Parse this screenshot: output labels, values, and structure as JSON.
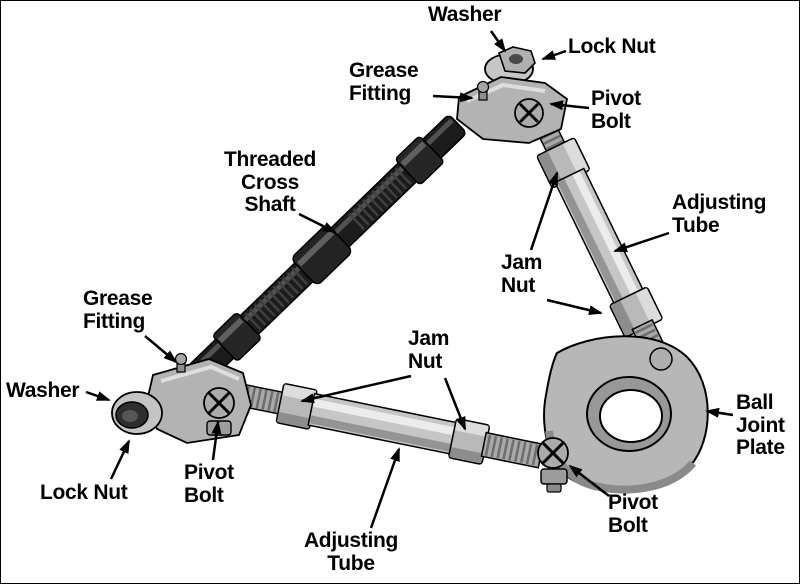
{
  "figure": {
    "description": "Adjustable upper control arm parts diagram with callout labels",
    "background": "#ffffff",
    "label_color": "#000000",
    "colors": {
      "shaft_dark": "#1c1c1c",
      "tube_light": "#c6c6c6",
      "nut_gray": "#b9b9b9",
      "plate_gray": "#b7b7b7",
      "outline": "#000000"
    },
    "labels": {
      "washer_top": {
        "lines": [
          "Washer"
        ]
      },
      "lock_nut_top": {
        "lines": [
          "Lock Nut"
        ]
      },
      "grease_fitting_top": {
        "lines": [
          "Grease",
          "Fitting"
        ]
      },
      "pivot_bolt_top": {
        "lines": [
          "Pivot",
          "Bolt"
        ]
      },
      "threaded_cross_shaft": {
        "lines": [
          "Threaded",
          "Cross",
          "Shaft"
        ]
      },
      "adjusting_tube_right": {
        "lines": [
          "Adjusting",
          "Tube"
        ]
      },
      "jam_nut_right": {
        "lines": [
          "Jam",
          "Nut"
        ]
      },
      "grease_fitting_left": {
        "lines": [
          "Grease",
          "Fitting"
        ]
      },
      "washer_left": {
        "lines": [
          "Washer"
        ]
      },
      "jam_nut_center": {
        "lines": [
          "Jam",
          "Nut"
        ]
      },
      "lock_nut_bottom": {
        "lines": [
          "Lock Nut"
        ]
      },
      "pivot_bolt_left": {
        "lines": [
          "Pivot",
          "Bolt"
        ]
      },
      "adjusting_tube_bottom": {
        "lines": [
          "Adjusting",
          "Tube"
        ]
      },
      "pivot_bolt_bottom": {
        "lines": [
          "Pivot",
          "Bolt"
        ]
      },
      "ball_joint_plate": {
        "lines": [
          "Ball",
          "Joint",
          "Plate"
        ]
      }
    }
  }
}
